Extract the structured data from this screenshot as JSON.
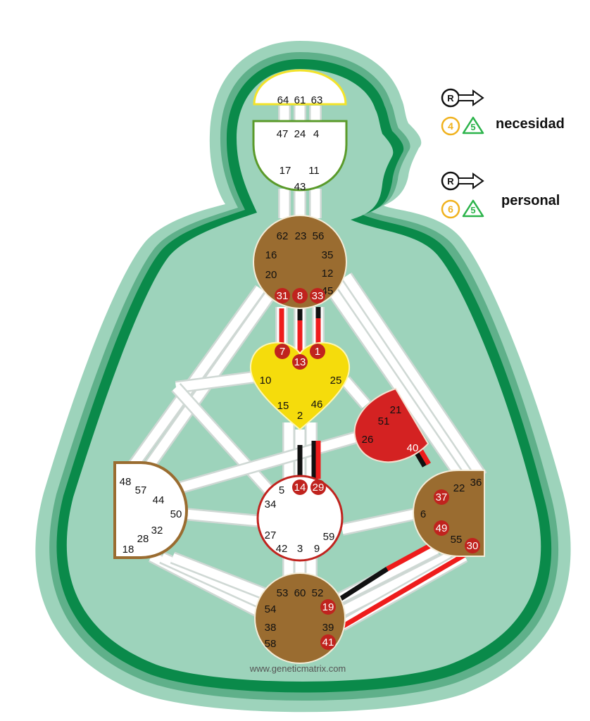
{
  "colors": {
    "outer_band": "#9dd3bb",
    "mid_band": "#5fb08a",
    "dark_band": "#0a8a4a",
    "inner_fill": "#9dd3bb",
    "channel_white": "#ffffff",
    "channel_edge": "#cfd8d4",
    "defined_red": "#ee1c1c",
    "defined_black": "#111111",
    "gate_active": "#c0231e",
    "center_brown": "#9a6c30",
    "center_yellow": "#f5dc0c",
    "center_red": "#d42222",
    "head_stroke": "#f3e32a",
    "ajna_stroke": "#5a9a2a",
    "root_stroke": "#c0231e",
    "legend_orange": "#f0b21e",
    "legend_green": "#2bb34a"
  },
  "legend": [
    {
      "label": "necesidad",
      "arrow_letter": "R",
      "circle_number": "4",
      "triangle_number": "5"
    },
    {
      "label": "personal",
      "arrow_letter": "R",
      "circle_number": "6",
      "triangle_number": "5"
    }
  ],
  "centers": {
    "head": {
      "name": "Head",
      "defined": false,
      "gates": [
        "64",
        "61",
        "63"
      ]
    },
    "ajna": {
      "name": "Ajna",
      "defined": false,
      "gates": [
        "47",
        "24",
        "4",
        "17",
        "11",
        "43"
      ]
    },
    "throat": {
      "name": "Throat",
      "defined": true,
      "gates": [
        "62",
        "23",
        "56",
        "16",
        "35",
        "20",
        "12",
        "45"
      ],
      "active_gates": [
        "31",
        "8",
        "33"
      ]
    },
    "g": {
      "name": "G",
      "defined": true,
      "gates": [
        "10",
        "25",
        "15",
        "46",
        "2"
      ],
      "active_gates": [
        "7",
        "1",
        "13"
      ]
    },
    "ego": {
      "name": "Heart/Ego",
      "defined": true,
      "gates": [
        "21",
        "51",
        "26",
        "40"
      ]
    },
    "spleen": {
      "name": "Spleen",
      "defined": false,
      "gates": [
        "48",
        "57",
        "44",
        "50",
        "32",
        "28",
        "18"
      ]
    },
    "sacral": {
      "name": "Sacral",
      "defined": false,
      "gates": [
        "5",
        "34",
        "27",
        "42",
        "3",
        "9",
        "59"
      ],
      "active_gates": [
        "14",
        "29"
      ]
    },
    "solar_plexus": {
      "name": "Solar Plexus",
      "defined": true,
      "gates": [
        "36",
        "22",
        "6",
        "55"
      ],
      "active_gates": [
        "37",
        "49",
        "30"
      ]
    },
    "root": {
      "name": "Root",
      "defined": true,
      "gates": [
        "53",
        "60",
        "52",
        "54",
        "38",
        "58",
        "39"
      ],
      "active_gates": [
        "19",
        "41"
      ]
    }
  },
  "footer": {
    "watermark": "www.geneticmatrix.com"
  }
}
